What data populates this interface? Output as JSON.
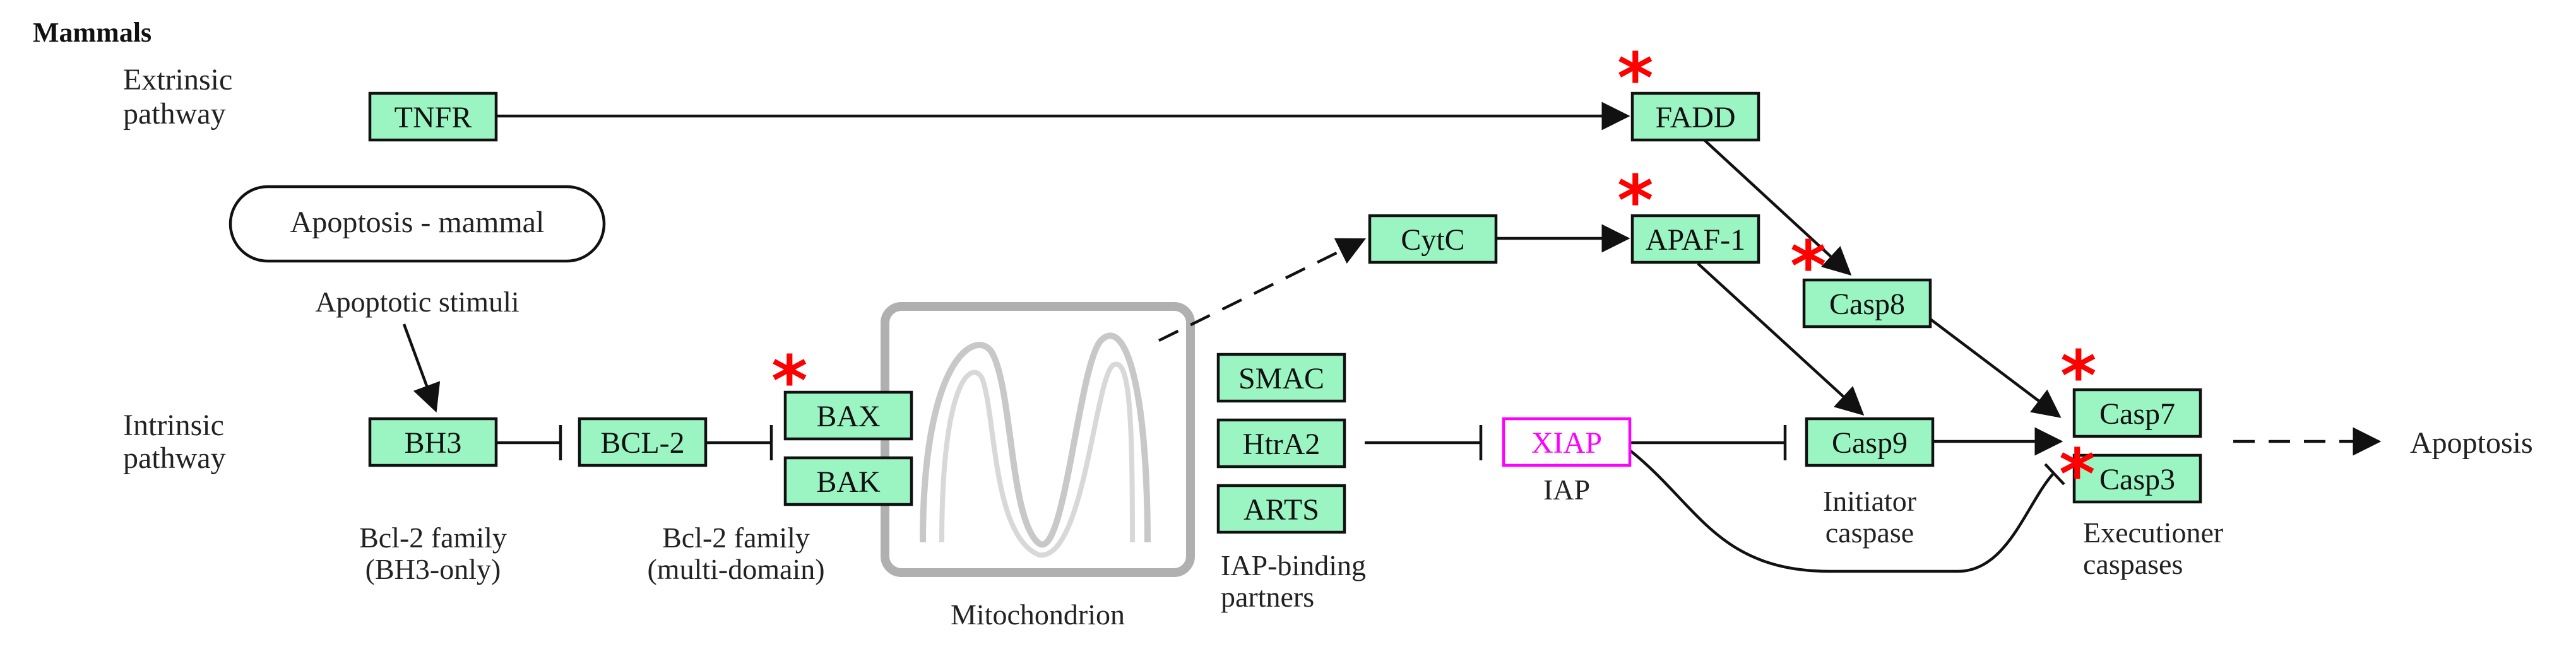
{
  "title": "Mammals",
  "colors": {
    "node_fill": "#9bf5c3",
    "iap_text": "#ff00ff",
    "iap_border": "#ff00ff",
    "star": "#ff0000",
    "mito": "#b0b0b0"
  },
  "labels": {
    "extrinsic_1": "Extrinsic",
    "extrinsic_2": "pathway",
    "intrinsic_1": "Intrinsic",
    "intrinsic_2": "pathway",
    "apoptotic_stimuli": "Apoptotic stimuli",
    "bcl2_bh3_1": "Bcl-2 family",
    "bcl2_bh3_2": "(BH3-only)",
    "bcl2_multi_1": "Bcl-2 family",
    "bcl2_multi_2": "(multi-domain)",
    "mitochondrion": "Mitochondrion",
    "iap_binding_1": "IAP-binding",
    "iap_binding_2": "partners",
    "iap": "IAP",
    "initiator_1": "Initiator",
    "initiator_2": "caspase",
    "executioner_1": "Executioner",
    "executioner_2": "caspases",
    "apoptosis": "Apoptosis"
  },
  "map_link": "Apoptosis - mammal",
  "nodes": {
    "tnfr": "TNFR",
    "fadd": "FADD",
    "cytc": "CytC",
    "apaf1": "APAF-1",
    "casp8": "Casp8",
    "bh3": "BH3",
    "bcl2": "BCL-2",
    "bax": "BAX",
    "bak": "BAK",
    "smac": "SMAC",
    "htra2": "HtrA2",
    "arts": "ARTS",
    "xiap": "XIAP",
    "casp9": "Casp9",
    "casp7": "Casp7",
    "casp3": "Casp3"
  },
  "star_symbol": "*"
}
